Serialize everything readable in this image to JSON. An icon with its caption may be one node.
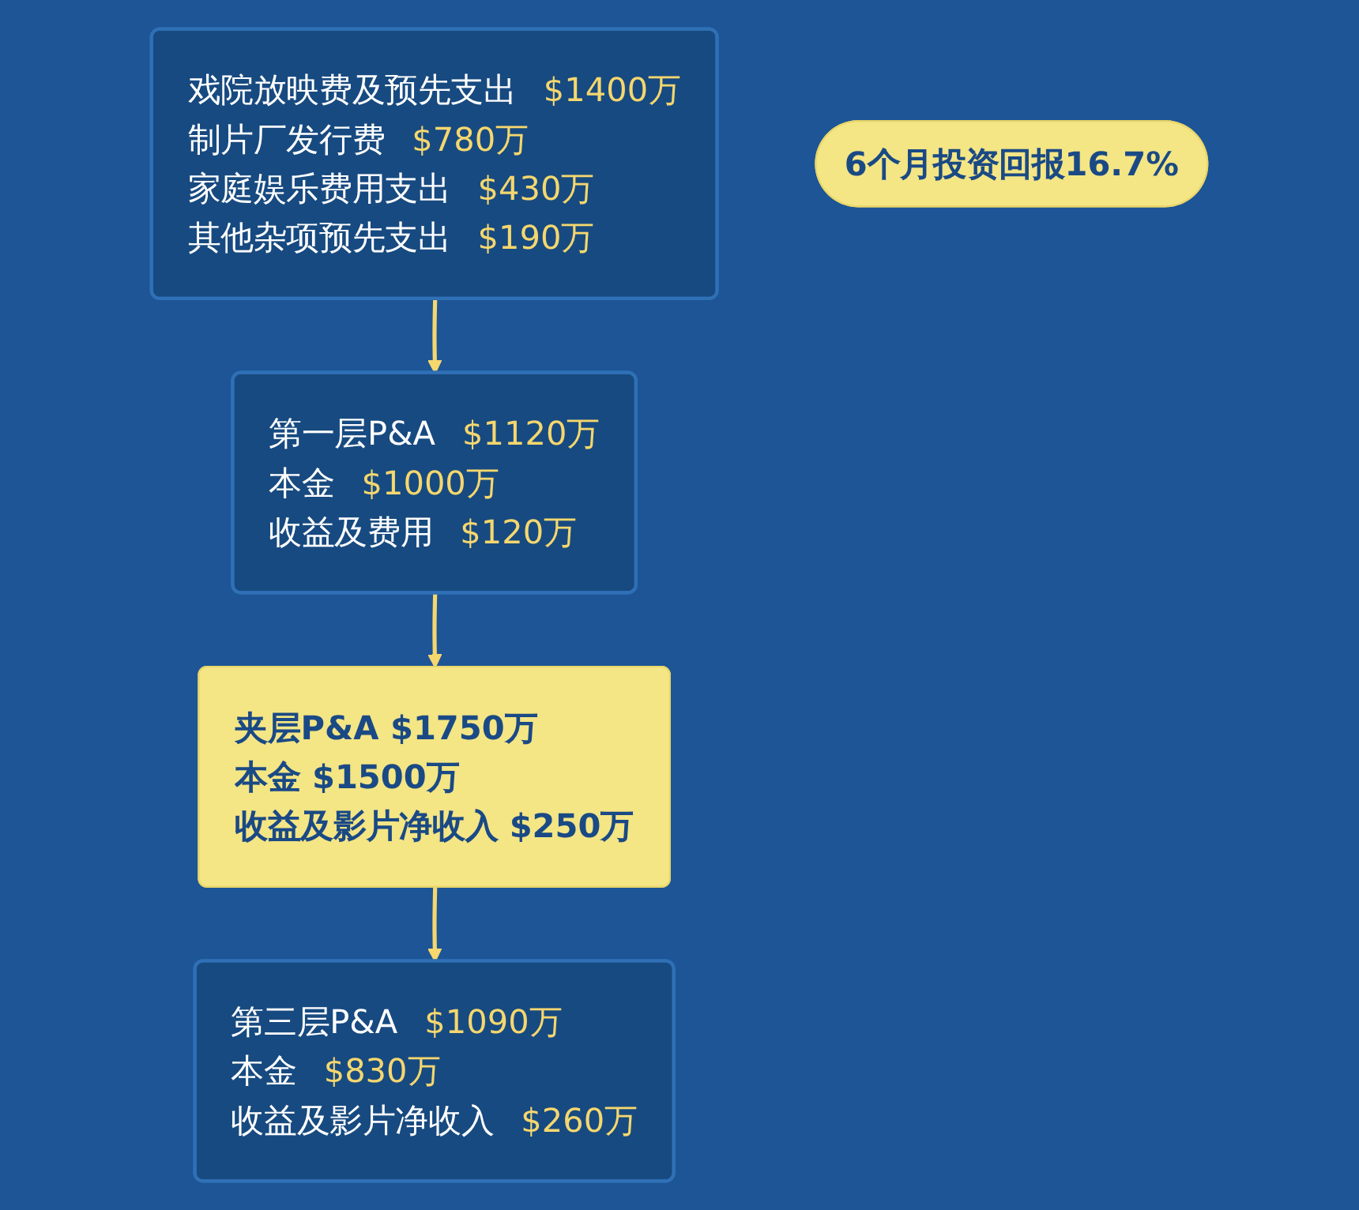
{
  "diagram": {
    "nodes": [
      {
        "text": [
          "戏院放映费及预先支出 $1400万",
          "制片厂发行费 $780万",
          "家庭娱乐费用支出 $430万",
          "其他杂项预先支出 $190万"
        ]
      },
      {
        "text": [
          "第一层P&A $1120万",
          "本金 $1000万",
          "收益及费用 $120万"
        ]
      },
      {
        "text": [
          "第三层P&A $1090万",
          "本金 $830万",
          "收益及影片净收入 $260万"
        ]
      },
      {
        "text": [
          "夹层P&A $1750万",
          "本金 $1500万",
          "收益及影片净收入 $250万"
        ]
      },
      {
        "text": [
          "6个月投资回报16.7%"
        ]
      }
    ],
    "edges": [
      {
        "from": 0,
        "to": 1,
        "arrow": "to"
      },
      {
        "from": 1,
        "to": 3,
        "arrow": "to"
      },
      {
        "from": 3,
        "to": 2,
        "arrow": "to"
      }
    ]
  }
}
